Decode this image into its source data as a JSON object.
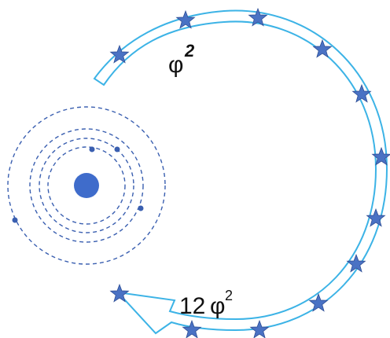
{
  "labels": {
    "phi": "φ",
    "phi_exponent": "2",
    "count": "12",
    "count_phi": "φ",
    "count_exponent": "2"
  },
  "colors": {
    "arc_stroke": "#3cb3e6",
    "star_fill": "#4a72c4",
    "star_stroke": "#2f4f96",
    "orbit_stroke": "#3a5fb0",
    "nucleus_fill": "#3f6ccb",
    "electron_fill": "#3a5fb0"
  },
  "icons": {
    "star": "star-icon",
    "nucleus": "nucleus-dot",
    "electron": "electron-dot"
  }
}
